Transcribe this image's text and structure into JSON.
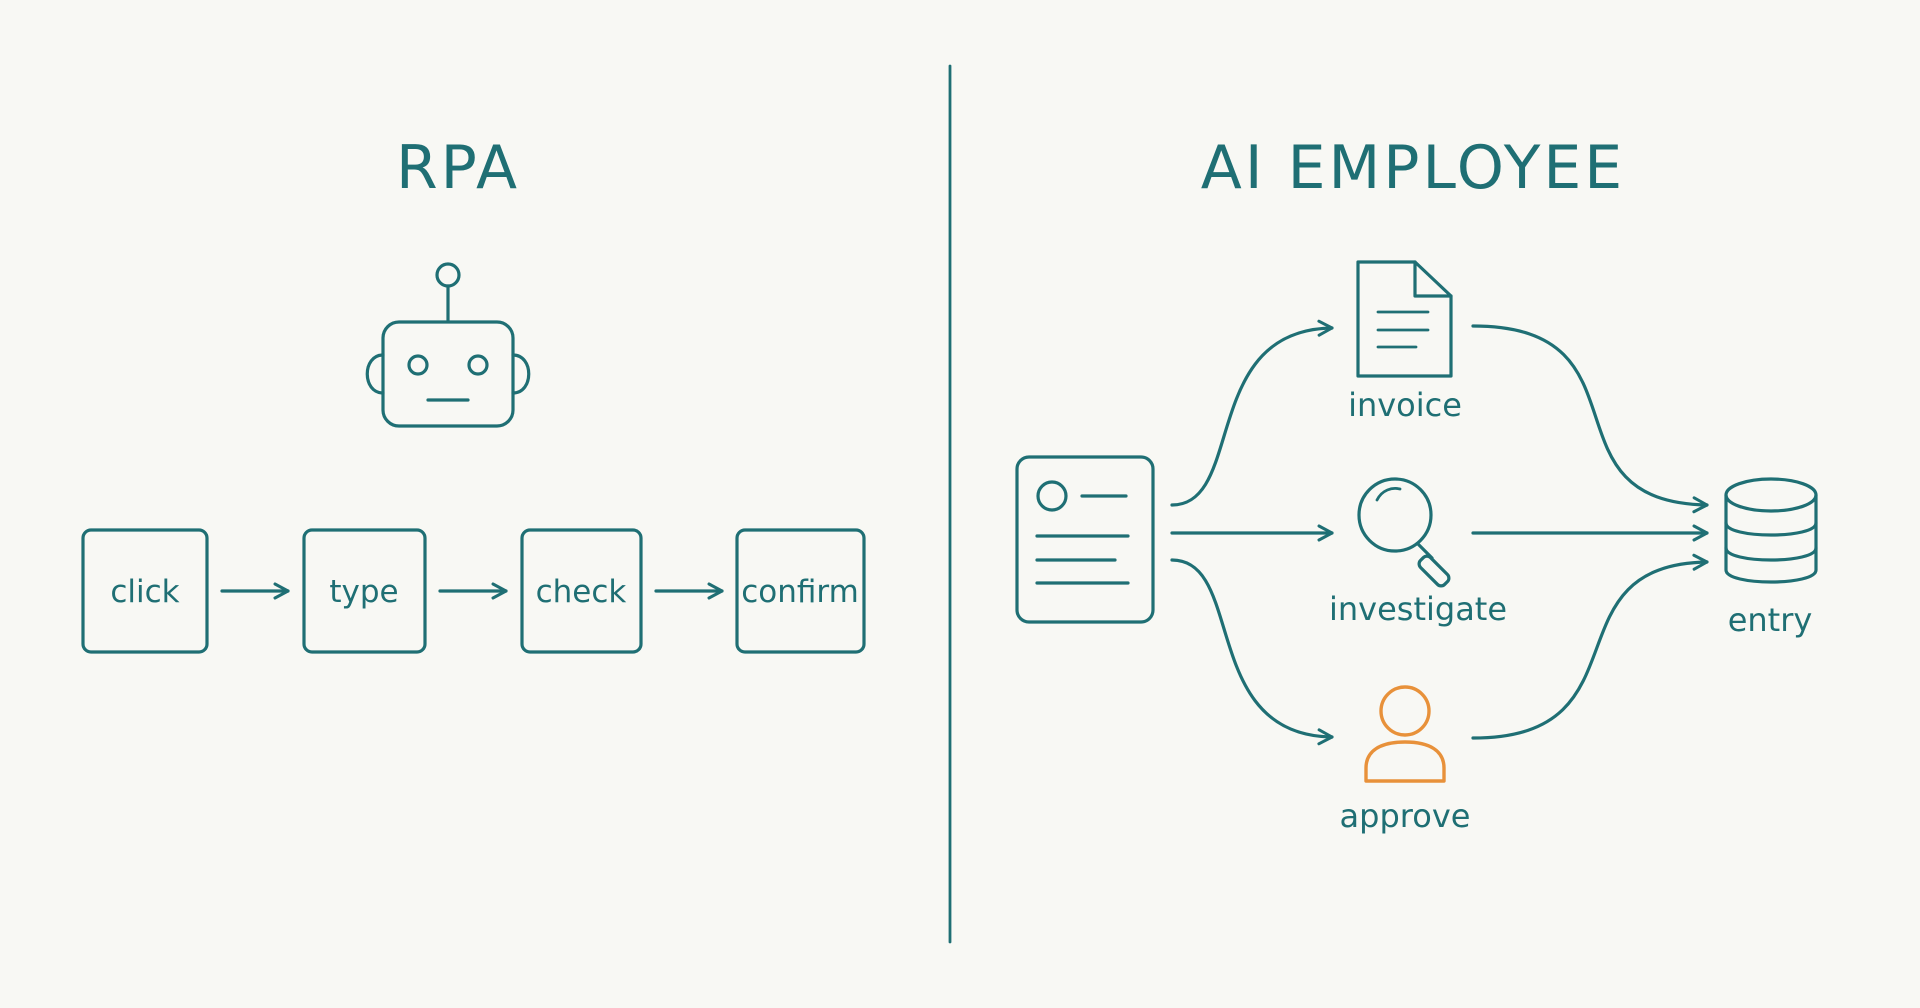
{
  "colors": {
    "ink": "#1f6f74",
    "accent": "#e8913a",
    "background": "#f8f8f4"
  },
  "left_panel": {
    "title": "RPA",
    "icon": "robot-icon",
    "steps": [
      {
        "label": "click"
      },
      {
        "label": "type"
      },
      {
        "label": "check"
      },
      {
        "label": "confirm"
      }
    ]
  },
  "right_panel": {
    "title": "AI EMPLOYEE",
    "source": {
      "icon": "id-card-icon"
    },
    "branches": [
      {
        "label": "invoice",
        "icon": "document-icon"
      },
      {
        "label": "investigate",
        "icon": "magnifier-icon"
      },
      {
        "label": "approve",
        "icon": "person-icon"
      }
    ],
    "target": {
      "label": "entry",
      "icon": "database-icon"
    }
  }
}
